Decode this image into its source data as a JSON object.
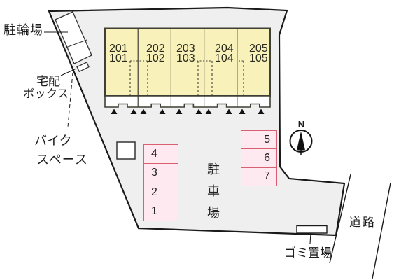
{
  "plan": {
    "labels": {
      "bicycle_parking": "駐輪場",
      "delivery_box_line1": "宅配",
      "delivery_box_line2": "ボックス",
      "bike_space_line1": "バイク",
      "bike_space_line2": "スペース",
      "parking_lot": "駐車場",
      "north": "N",
      "road": "道路",
      "garbage_area": "ゴミ置場"
    },
    "building": {
      "units": [
        {
          "upper": "201",
          "lower": "101"
        },
        {
          "upper": "202",
          "lower": "102"
        },
        {
          "upper": "203",
          "lower": "103"
        },
        {
          "upper": "204",
          "lower": "104"
        },
        {
          "upper": "205",
          "lower": "105"
        }
      ]
    },
    "parking": {
      "left_stalls": [
        "4",
        "3",
        "2",
        "1"
      ],
      "right_stalls": [
        "5",
        "6",
        "7"
      ]
    },
    "icons": {
      "compass": "compass-north-icon",
      "entrance_markers": "entrance-triangle-icons"
    },
    "colors": {
      "site_fill": "#efefef",
      "building_fill": "#f8f1ba",
      "stall_fill": "#fde9ef",
      "stall_border": "#d95f72",
      "line": "#1a1a1a"
    }
  }
}
